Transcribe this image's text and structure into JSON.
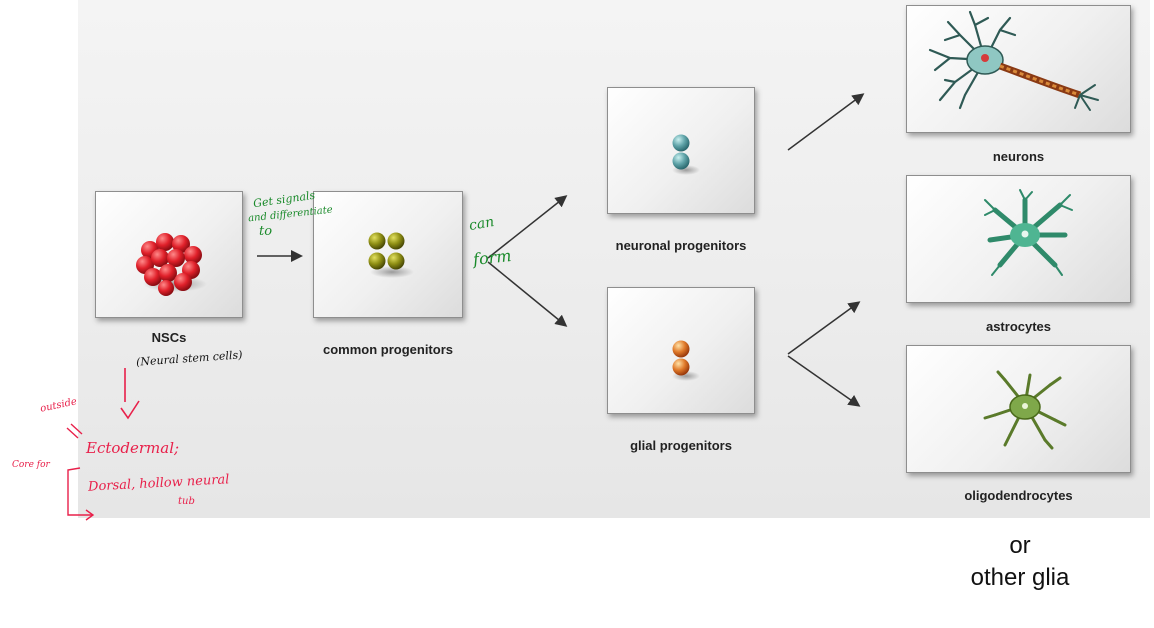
{
  "labels": {
    "nscs": "NSCs",
    "common_progenitors": "common progenitors",
    "neuronal_progenitors": "neuronal progenitors",
    "glial_progenitors": "glial progenitors",
    "neurons": "neurons",
    "astrocytes": "astrocytes",
    "oligodendrocytes": "oligodendrocytes"
  },
  "footer": {
    "line1": "or",
    "line2": "other glia"
  },
  "annotations": {
    "get_signals_1": "Get signals",
    "get_signals_2": "and differentiate",
    "get_signals_3": "to",
    "can_form_1": "can",
    "can_form_2": "form",
    "nscs_full": "(Neural stem cells)",
    "outside": "outside",
    "ectodermal": "Ectodermal;",
    "core_for": "Core for",
    "dorsal": "Dorsal, hollow neural",
    "tube": "tub"
  },
  "colors": {
    "nsc_red": "#d8202a",
    "common_olive": "#8a8a12",
    "neuronal_teal": "#5fa3a8",
    "glial_orange": "#e07a2a",
    "astro_green": "#3aa37a",
    "oligo_green": "#6f9a3a",
    "annotation_green": "#1a8a2a",
    "annotation_pink": "#e8204a"
  }
}
